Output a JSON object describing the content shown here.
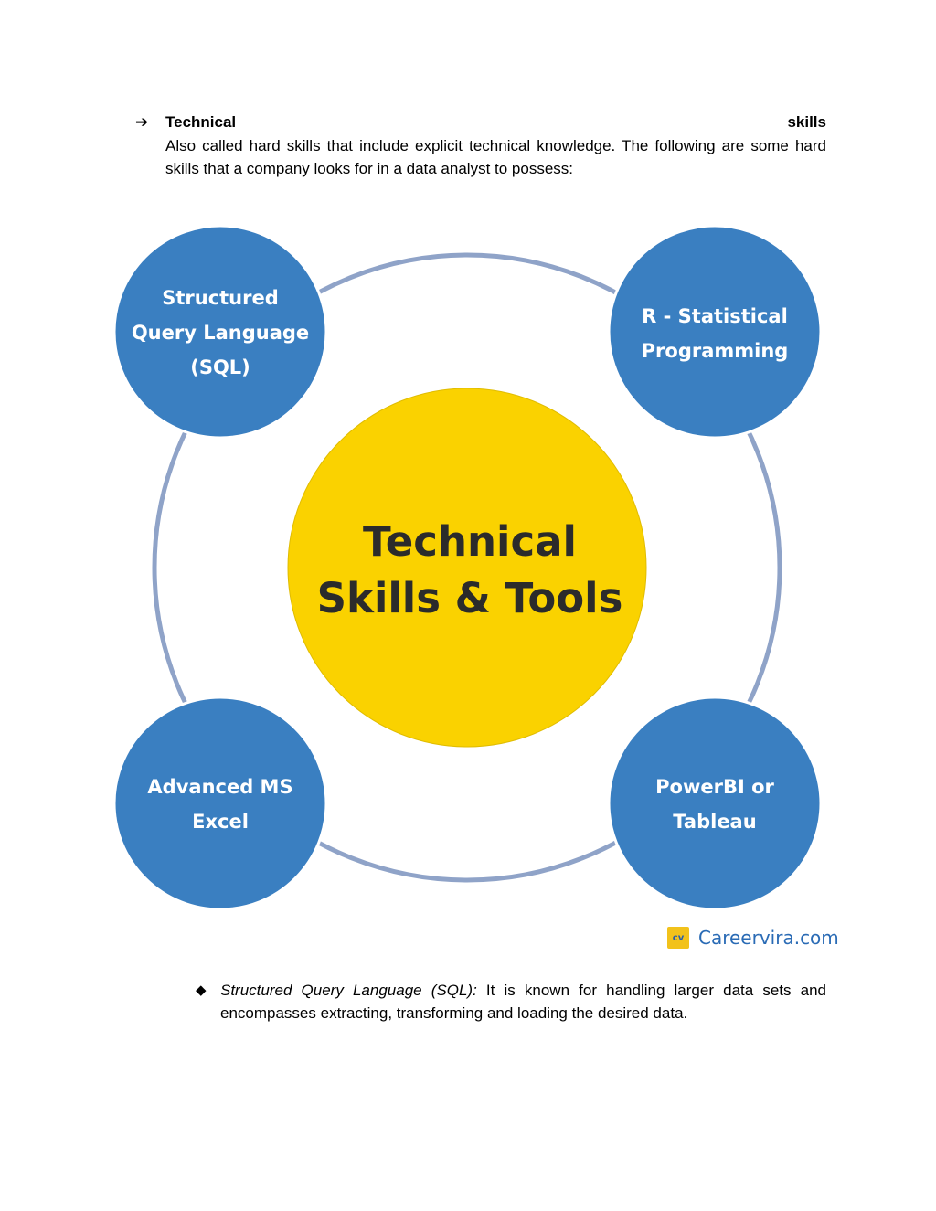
{
  "section": {
    "arrow_glyph": "➔",
    "heading_left": "Technical",
    "heading_right": "skills",
    "intro": "Also called hard skills that include explicit technical knowledge. The following are some hard skills that a company looks for in a data analyst to possess:"
  },
  "diagram": {
    "center_lines": [
      "Technical",
      "Skills & Tools"
    ],
    "nodes": [
      {
        "lines": [
          "Structured",
          "Query Language",
          "(SQL)"
        ]
      },
      {
        "lines": [
          "R - Statistical",
          "Programming"
        ]
      },
      {
        "lines": [
          "Advanced MS",
          "Excel"
        ]
      },
      {
        "lines": [
          "PowerBI or",
          "Tableau"
        ]
      }
    ],
    "colors": {
      "node": "#3a7fc1",
      "center": "#fad200",
      "ring": "#8fa3c8",
      "node_text": "#ffffff",
      "center_text": "#2b2b2b"
    }
  },
  "logo": {
    "mark": "cv",
    "text": "Careervira.com"
  },
  "bullet": {
    "glyph": "◆",
    "term": "Structured Query Language (SQL):",
    "text": " It is known for handling larger data sets and encompasses extracting, transforming and loading the desired data."
  }
}
